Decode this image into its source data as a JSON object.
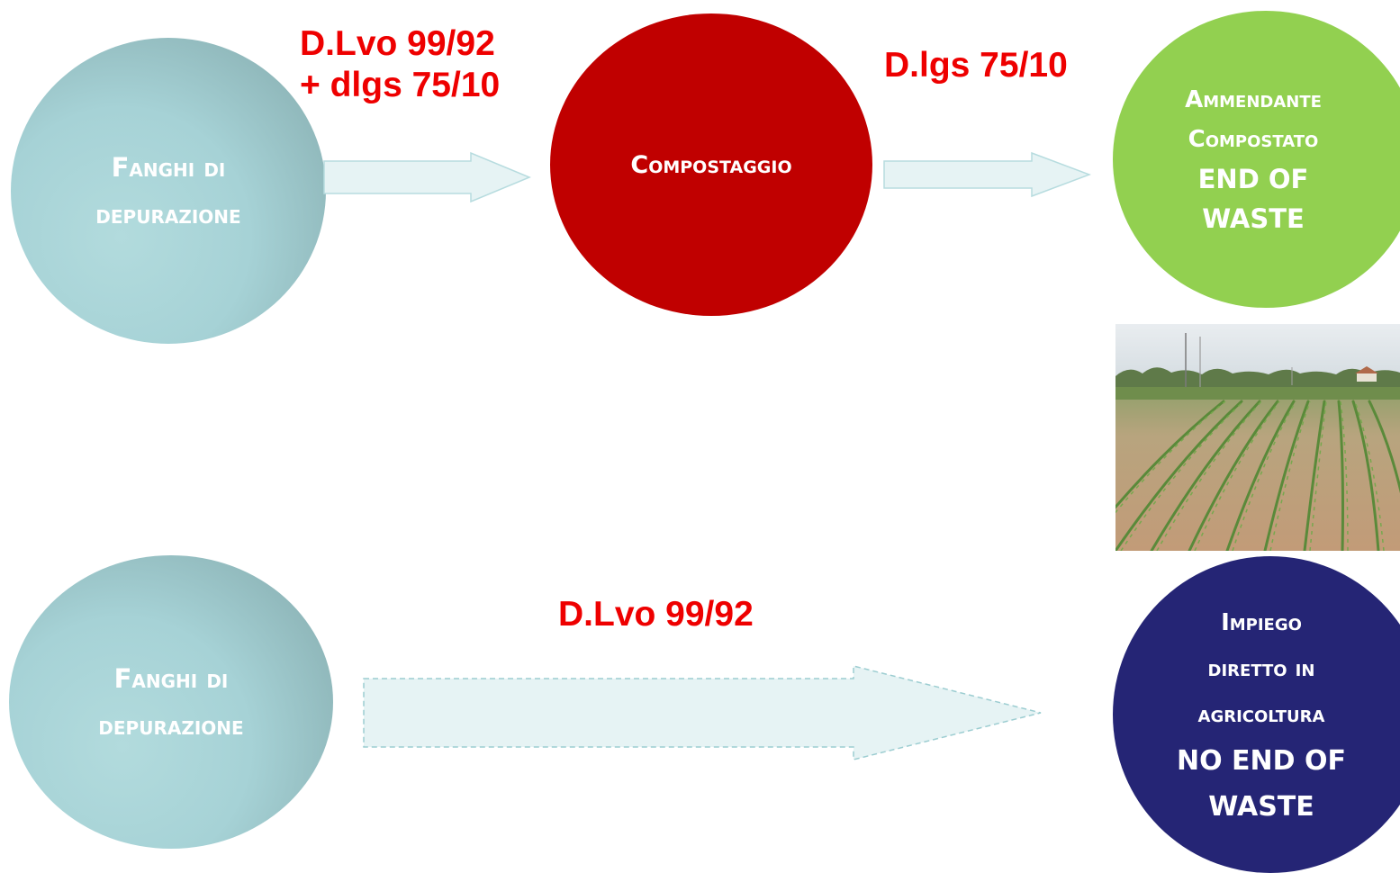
{
  "top_flow": {
    "source": {
      "line1": "Fanghi di",
      "line2": "depurazione"
    },
    "label_1": {
      "line1": "D.Lvo 99/92",
      "line2": "+ dlgs 75/10"
    },
    "process": {
      "label": "Compostaggio"
    },
    "label_2": "D.lgs 75/10",
    "result": {
      "line1": "Ammendante",
      "line2": "Compostato",
      "line3": "END OF",
      "line4": "WASTE"
    }
  },
  "bottom_flow": {
    "source": {
      "line1": "Fanghi di",
      "line2": "depurazione"
    },
    "label": "D.Lvo 99/92",
    "result": {
      "line1": "Impiego",
      "line2": "diretto in",
      "line3": "agricoltura",
      "line4": "NO END OF",
      "line5": "WASTE"
    }
  },
  "colors": {
    "regulation_text": "#ee0000",
    "source_circle": "#a6d2d6",
    "process_circle": "#c00000",
    "end_of_waste_circle": "#92d050",
    "no_end_of_waste_circle": "#252575",
    "arrow_fill": "#e6f3f4"
  },
  "photo": {
    "subject": "cultivated field with young corn rows"
  }
}
